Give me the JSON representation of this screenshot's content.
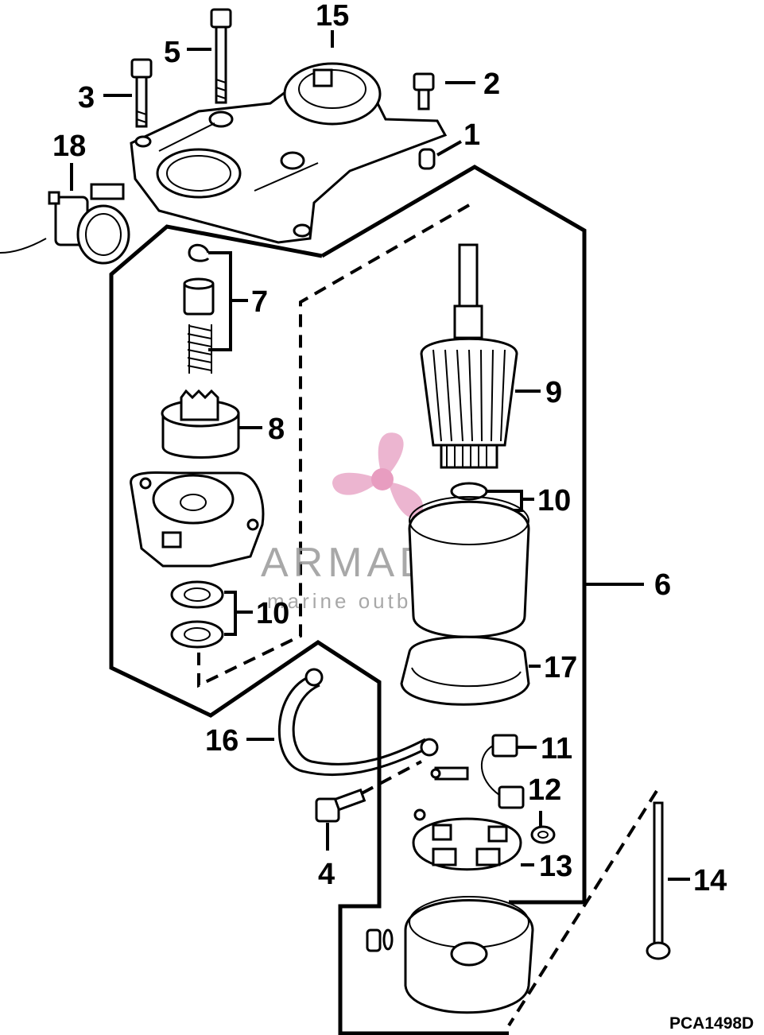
{
  "callouts": {
    "c1": "1",
    "c2": "2",
    "c3": "3",
    "c4": "4",
    "c5": "5",
    "c6": "6",
    "c7": "7",
    "c8": "8",
    "c9": "9",
    "c10a": "10",
    "c10b": "10",
    "c11": "11",
    "c12": "12",
    "c13": "13",
    "c14": "14",
    "c15": "15",
    "c16": "16",
    "c17": "17",
    "c18": "18"
  },
  "diagram_code": "PCA1498D",
  "watermark": {
    "title": "ARMADA",
    "subtitle": "marine outboards",
    "logo_icon": "propeller-icon",
    "logo_color": "#e9a9c8"
  }
}
